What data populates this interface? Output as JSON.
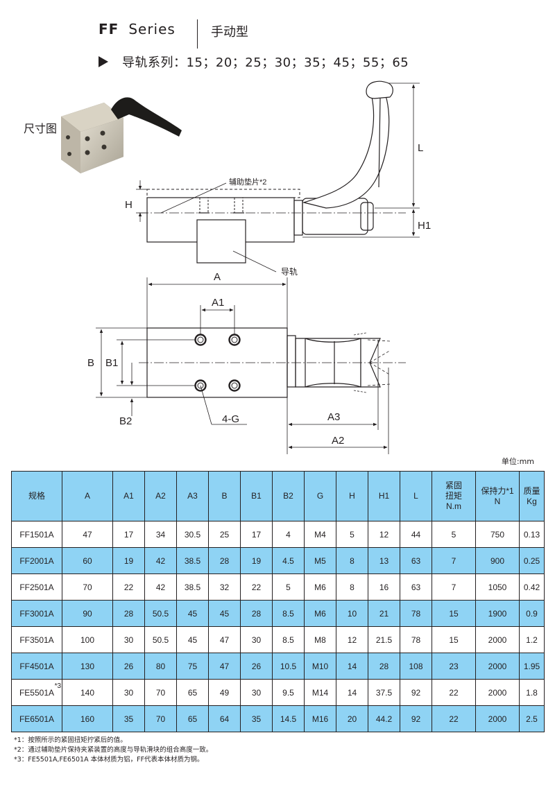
{
  "header": {
    "series_code": "FF",
    "series_word": "Series",
    "series_type": "手动型",
    "rail_label": "导轨系列：15；20；25；30；35；45；55；65"
  },
  "section": {
    "dimension_title": "尺寸图"
  },
  "drawing": {
    "label_pad": "辅助垫片*2",
    "label_rail": "导轨",
    "label_H": "H",
    "label_H1": "H1",
    "label_L": "L",
    "label_A": "A",
    "label_A1": "A1",
    "label_A2": "A2",
    "label_A3": "A3",
    "label_B": "B",
    "label_B1": "B1",
    "label_B2": "B2",
    "label_G": "4-G"
  },
  "table": {
    "unit": "单位:mm",
    "headers": [
      "规格",
      "A",
      "A1",
      "A2",
      "A3",
      "B",
      "B1",
      "B2",
      "G",
      "H",
      "H1",
      "L",
      "紧固\n扭矩\nN.m",
      "保持力*1\nN",
      "质量\nKg"
    ],
    "rows": [
      [
        "FF1501A",
        "47",
        "17",
        "34",
        "30.5",
        "25",
        "17",
        "4",
        "M4",
        "5",
        "12",
        "44",
        "5",
        "750",
        "0.13"
      ],
      [
        "FF2001A",
        "60",
        "19",
        "42",
        "38.5",
        "28",
        "19",
        "4.5",
        "M5",
        "8",
        "13",
        "63",
        "7",
        "900",
        "0.25"
      ],
      [
        "FF2501A",
        "70",
        "22",
        "42",
        "38.5",
        "32",
        "22",
        "5",
        "M6",
        "8",
        "16",
        "63",
        "7",
        "1050",
        "0.42"
      ],
      [
        "FF3001A",
        "90",
        "28",
        "50.5",
        "45",
        "45",
        "28",
        "8.5",
        "M6",
        "10",
        "21",
        "78",
        "15",
        "1900",
        "0.9"
      ],
      [
        "FF3501A",
        "100",
        "30",
        "50.5",
        "45",
        "47",
        "30",
        "8.5",
        "M8",
        "12",
        "21.5",
        "78",
        "15",
        "2000",
        "1.2"
      ],
      [
        "FF4501A",
        "130",
        "26",
        "80",
        "75",
        "47",
        "26",
        "10.5",
        "M10",
        "14",
        "28",
        "108",
        "23",
        "2000",
        "1.95"
      ],
      [
        "FE5501A",
        "140",
        "30",
        "70",
        "65",
        "49",
        "30",
        "9.5",
        "M14",
        "14",
        "37.5",
        "92",
        "22",
        "2000",
        "1.8"
      ],
      [
        "FE6501A",
        "160",
        "35",
        "70",
        "65",
        "64",
        "35",
        "14.5",
        "M16",
        "20",
        "44.2",
        "92",
        "22",
        "2000",
        "2.5"
      ]
    ],
    "row6_superscript": "*3"
  },
  "notes": [
    "*1：按照所示的紧固扭矩拧紧后的值。",
    "*2：通过辅助垫片保持夹紧装置的高度与导轨滑块的组合高度一致。",
    "*3：FE5501A,FE6501A 本体材质为铝，FF代表本体材质为钢。"
  ],
  "colors": {
    "table_highlight": "#8fd3f4",
    "line": "#231f20"
  }
}
